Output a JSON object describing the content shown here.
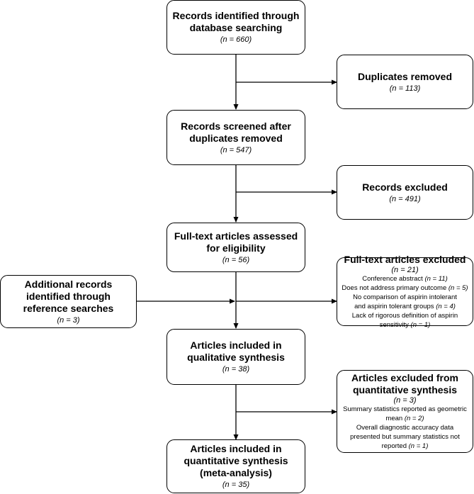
{
  "nodes": {
    "identified": {
      "title": "Records identified through database searching",
      "count": "(n = 660)"
    },
    "duplicates": {
      "title": "Duplicates removed",
      "count": "(n = 113)"
    },
    "screened": {
      "title": "Records screened after duplicates removed",
      "count": "(n = 547)"
    },
    "records_excluded": {
      "title": "Records excluded",
      "count": "(n = 491)"
    },
    "fulltext_assessed": {
      "title": "Full-text articles assessed for eligibility",
      "count": "(n = 56)"
    },
    "additional": {
      "title": "Additional records identified through reference searches",
      "count": "(n = 3)"
    },
    "fulltext_excluded": {
      "title": "Full-text articles excluded",
      "count": "(n = 21)",
      "items": [
        {
          "text": "Conference abstract",
          "n": "(n = 11)"
        },
        {
          "text": "Does not address primary outcome",
          "n": "(n = 5)"
        },
        {
          "text": "No comparison of aspirin intolerant and aspirin tolerant groups",
          "n": "(n = 4)"
        },
        {
          "text": "Lack of rigorous definition of aspirin sensitivity",
          "n": "(n = 1)"
        }
      ]
    },
    "qualitative": {
      "title": "Articles included in qualitative synthesis",
      "count": "(n = 38)"
    },
    "quant_excluded": {
      "title": "Articles excluded from quantitative synthesis",
      "count": "(n = 3)",
      "items": [
        {
          "text": "Summary statistics reported as geometric mean",
          "n": "(n = 2)"
        },
        {
          "text": "Overall diagnostic accuracy data presented but summary statistics not reported",
          "n": "(n = 1)"
        }
      ]
    },
    "quantitative": {
      "title": "Articles included in quantitative synthesis (meta-analysis)",
      "count": "(n = 35)"
    }
  }
}
